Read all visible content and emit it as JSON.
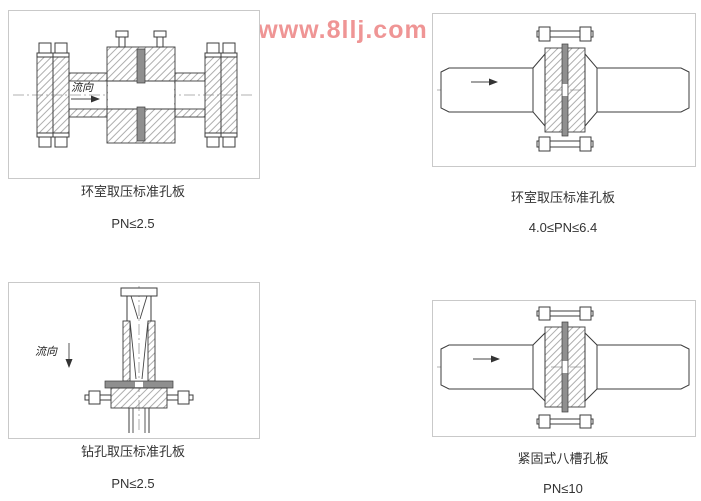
{
  "page": {
    "watermark": "www.8llj.com"
  },
  "figures": {
    "top_left": {
      "caption": "环室取压标准孔板",
      "rating": "PN≤2.5",
      "flow_label": "流向"
    },
    "top_right": {
      "caption": "环室取压标准孔板",
      "rating": "4.0≤PN≤6.4"
    },
    "bottom_left": {
      "caption": "钻孔取压标准孔板",
      "rating": "PN≤2.5",
      "flow_label": "流向"
    },
    "bottom_right": {
      "caption": "紧固式八槽孔板",
      "rating": "PN≤10"
    }
  }
}
